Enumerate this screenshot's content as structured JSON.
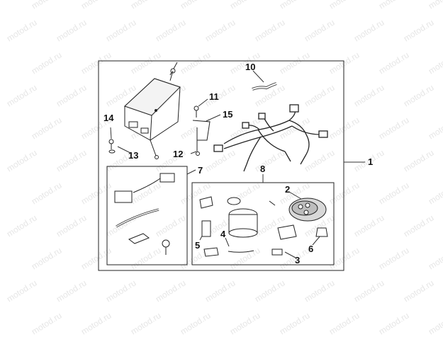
{
  "watermark": {
    "text": "motod.ru"
  },
  "callouts": {
    "c1": "1",
    "c2": "2",
    "c3": "3",
    "c4": "4",
    "c5": "5",
    "c6": "6",
    "c7": "7",
    "c8": "8",
    "c10": "10",
    "c11": "11",
    "c12": "12",
    "c13": "13",
    "c14": "14",
    "c15": "15"
  },
  "icons": {
    "module": "control-module-icon",
    "harness": "wiring-harness-icon",
    "remote": "remote-key-fob-icon",
    "siren": "siren-icon"
  }
}
